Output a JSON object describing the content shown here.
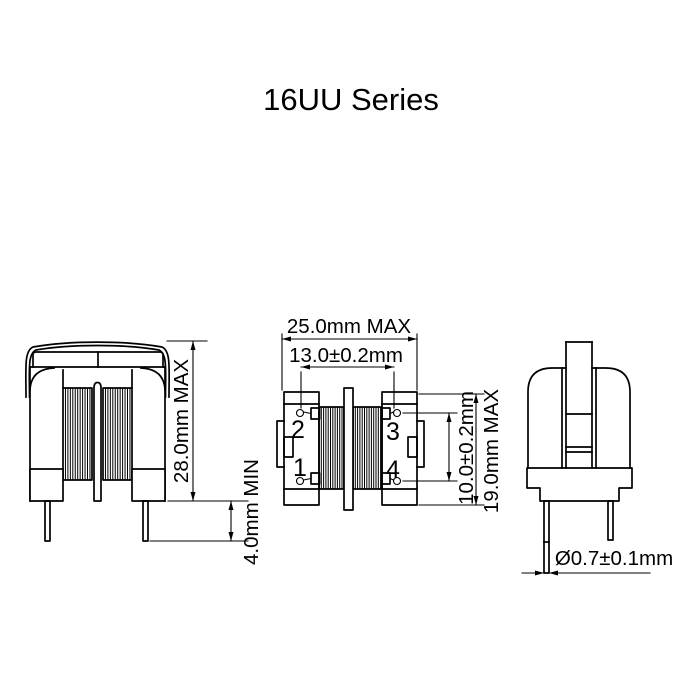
{
  "title": "16UU Series",
  "colors": {
    "line": "#000000",
    "background": "#ffffff"
  },
  "front_view": {
    "height": "28.0mm MAX",
    "pin_length": "4.0mm MIN"
  },
  "top_view": {
    "width": "25.0mm MAX",
    "pin_pitch_x": "13.0±0.2mm",
    "pin_pitch_y": "10.0±0.2mm",
    "depth": "19.0mm MAX",
    "pins": {
      "p1": "1",
      "p2": "2",
      "p3": "3",
      "p4": "4"
    }
  },
  "side_view": {
    "pin_diameter": "Ø0.7±0.1mm"
  }
}
